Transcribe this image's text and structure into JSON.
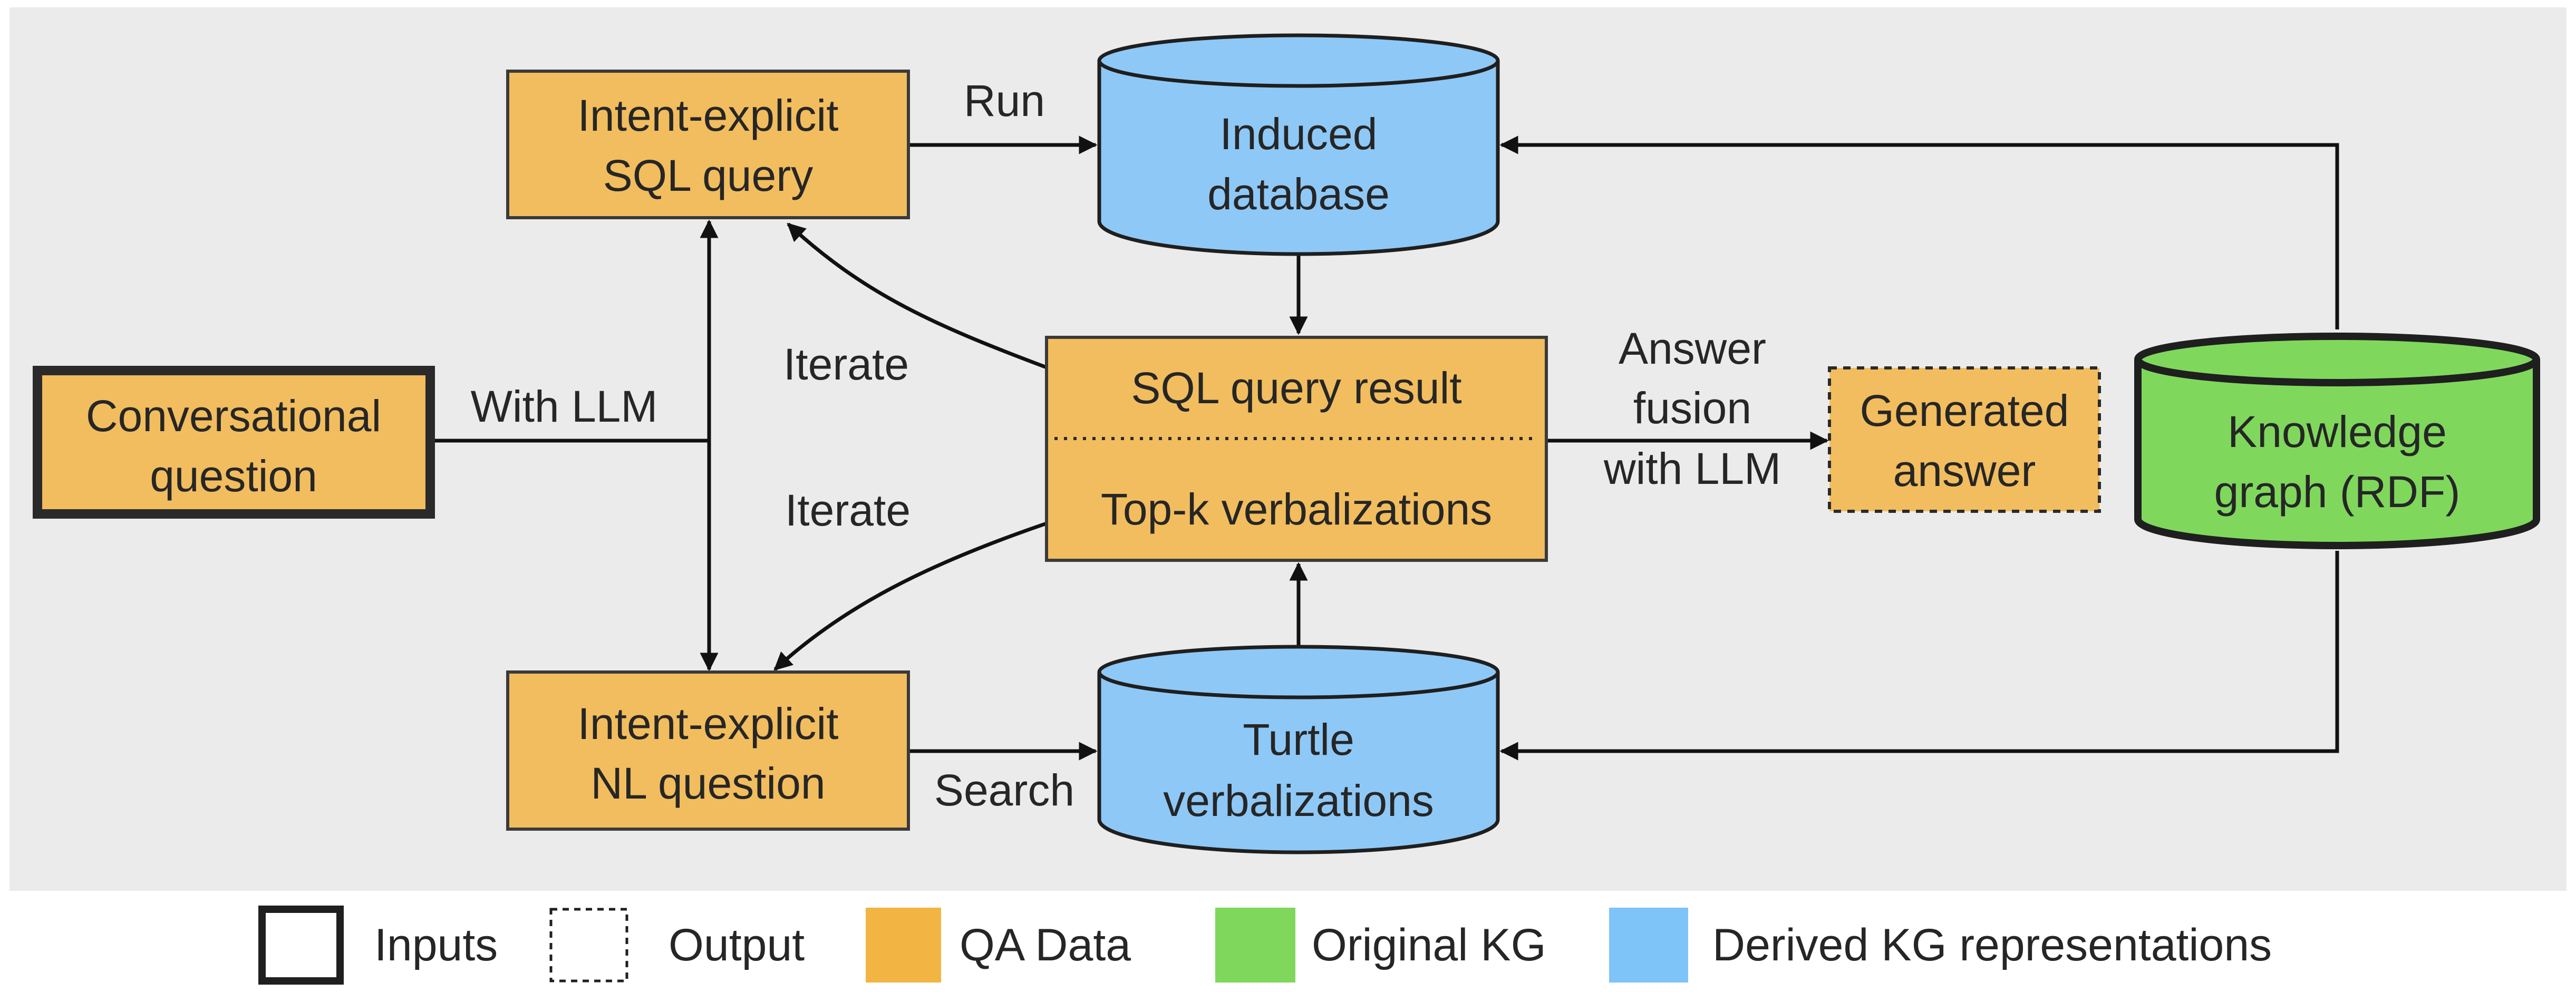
{
  "nodes": {
    "conversational_question": {
      "lines": [
        "Conversational",
        "question"
      ]
    },
    "sql_query": {
      "lines": [
        "Intent-explicit",
        "SQL query"
      ]
    },
    "nl_question": {
      "lines": [
        "Intent-explicit",
        "NL question"
      ]
    },
    "induced_database": {
      "lines": [
        "Induced",
        "database"
      ]
    },
    "turtle_verbalizations": {
      "lines": [
        "Turtle",
        "verbalizations"
      ]
    },
    "result_box": {
      "top": "SQL query result",
      "bottom": "Top-k verbalizations"
    },
    "generated_answer": {
      "lines": [
        "Generated",
        "answer"
      ]
    },
    "knowledge_graph": {
      "lines": [
        "Knowledge",
        "graph (RDF)"
      ]
    }
  },
  "edges": {
    "run": "Run",
    "search": "Search",
    "with_llm": "With LLM",
    "iterate_top": "Iterate",
    "iterate_bottom": "Iterate",
    "answer_fusion": [
      "Answer",
      "fusion",
      "with LLM"
    ]
  },
  "legend": [
    {
      "label": "Inputs",
      "swatch": "inputs"
    },
    {
      "label": "Output",
      "swatch": "output"
    },
    {
      "label": "QA Data",
      "swatch": "qa",
      "color": "#f2b443"
    },
    {
      "label": "Original KG",
      "swatch": "kg",
      "color": "#7fd85c"
    },
    {
      "label": "Derived KG representations",
      "swatch": "derived",
      "color": "#7ec4f8"
    }
  ],
  "colors": {
    "qa_box": "#f2bd5e",
    "derived": "#8ec8f6",
    "original": "#7fd85c",
    "panel": "#ebebeb"
  }
}
